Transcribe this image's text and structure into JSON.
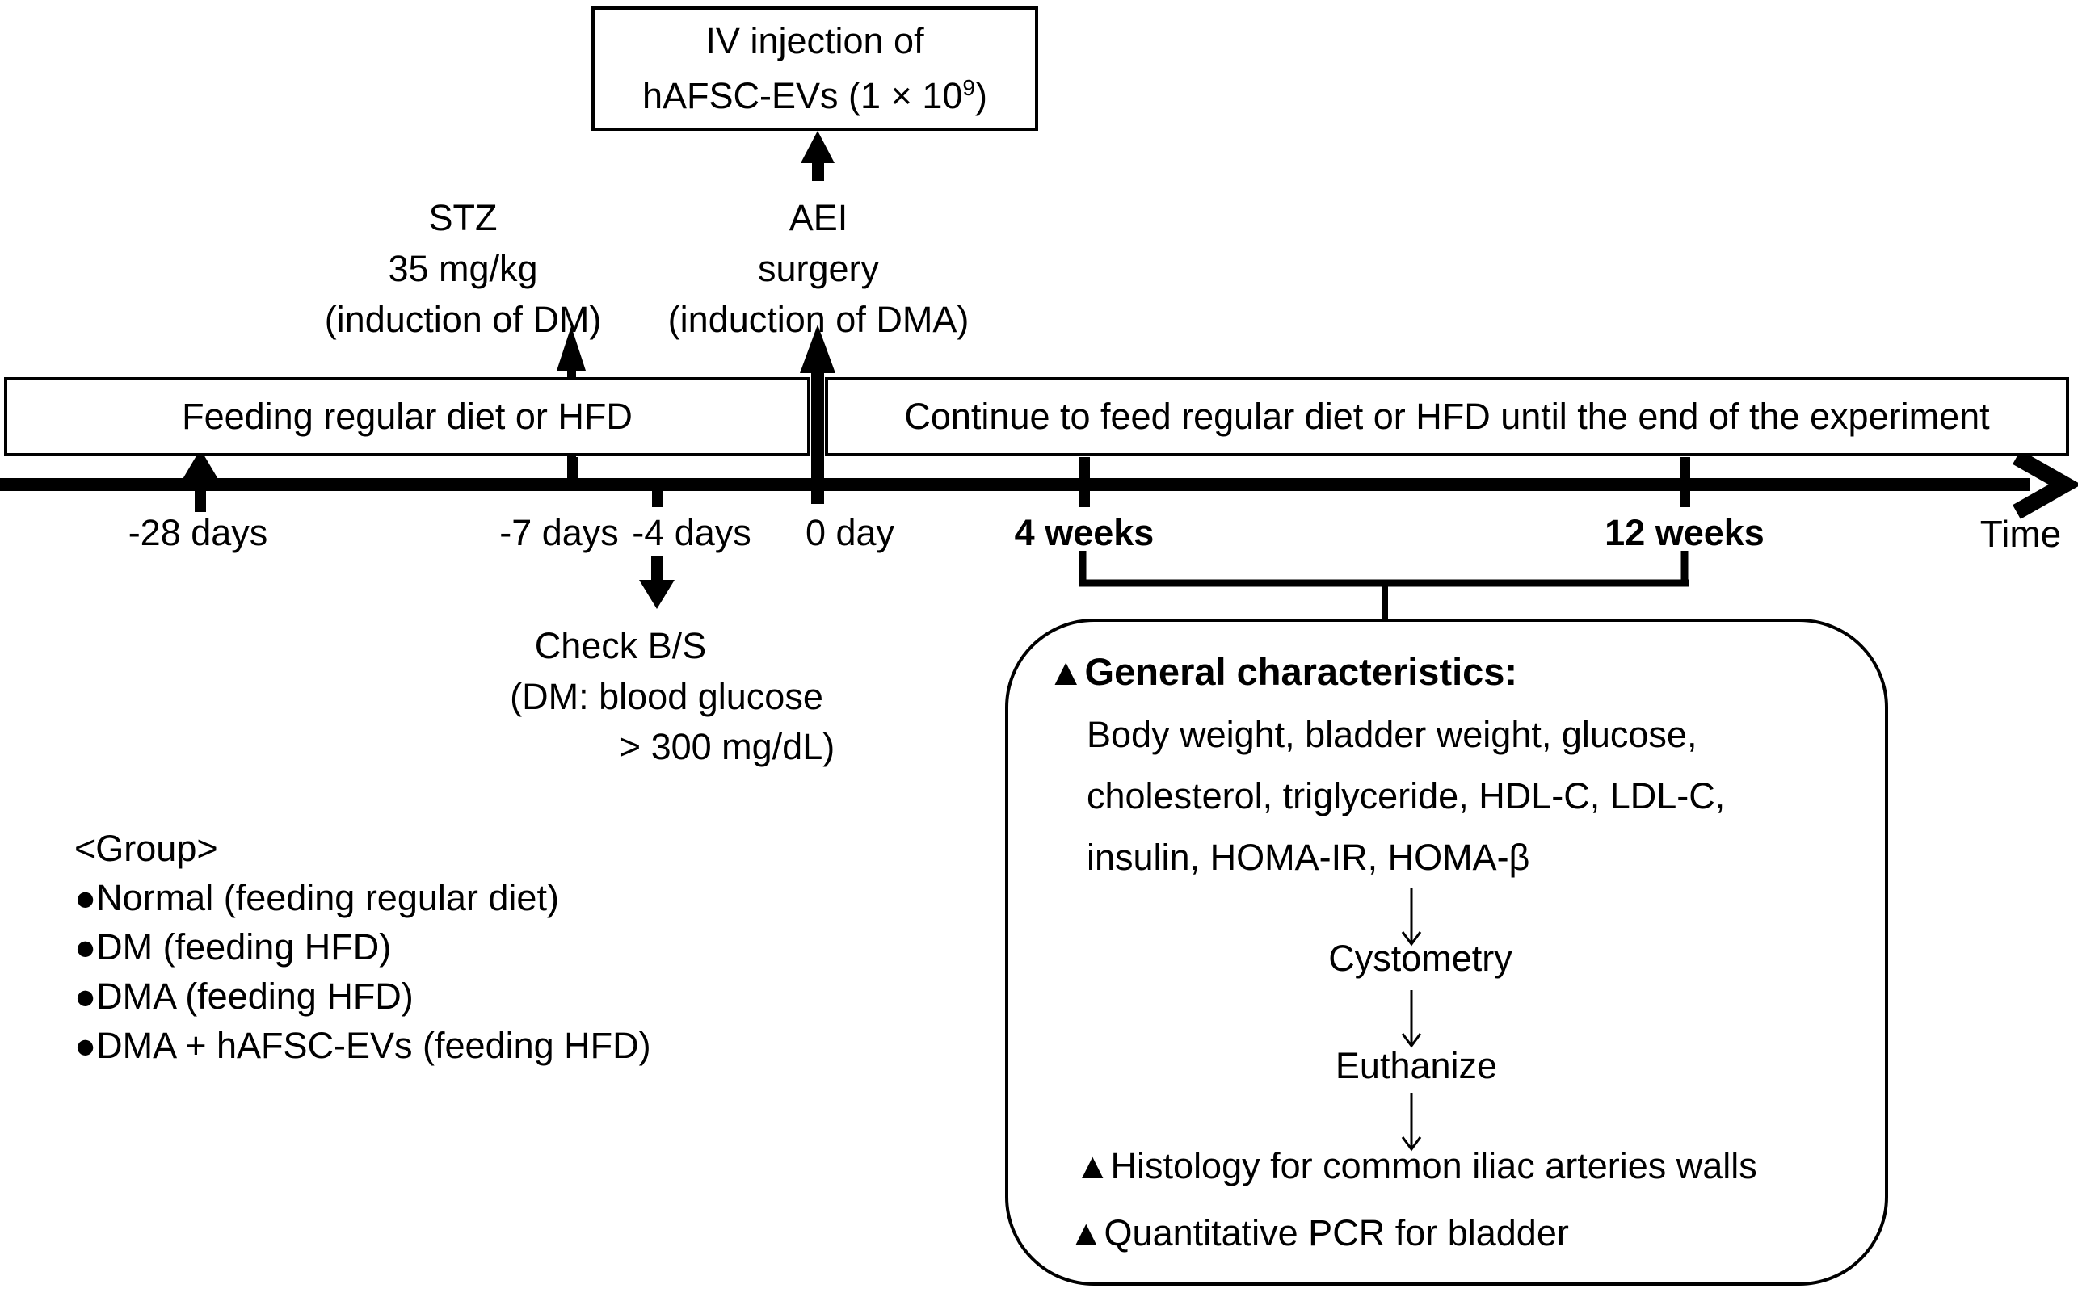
{
  "colors": {
    "ink": "#000000",
    "background": "#ffffff"
  },
  "iv_box": {
    "line1": "IV injection of",
    "line2_base": "hAFSC-EVs (1 × 10",
    "line2_sup": "9",
    "line2_end": ")"
  },
  "stz_label": {
    "line1": "STZ",
    "line2": "35 mg/kg",
    "line3": "(induction of DM)"
  },
  "aei_label": {
    "line1": "AEI",
    "line2": "surgery",
    "line3": "(induction of DMA)"
  },
  "timeline": {
    "feed_box": "Feeding regular diet or HFD",
    "continue_box": "Continue to feed regular diet or HFD until the end of the experiment",
    "tick_minus28": "-28 days",
    "tick_minus7": "-7 days",
    "tick_minus4": "-4 days",
    "tick_0": "0 day",
    "tick_4w": "4 weeks",
    "tick_12w": "12 weeks",
    "time_label": "Time"
  },
  "check_bs": {
    "line1": "Check B/S",
    "line2": "(DM: blood glucose",
    "line3": "> 300 mg/dL)"
  },
  "groups": {
    "title": "<Group>",
    "items": [
      "●Normal (feeding regular diet)",
      "●DM (feeding HFD)",
      "●DMA (feeding HFD)",
      "●DMA + hAFSC-EVs (feeding HFD)"
    ]
  },
  "outcome_box": {
    "title": "▲General characteristics:",
    "line1": "Body weight, bladder weight, glucose,",
    "line2": "cholesterol, triglyceride, HDL-C, LDL-C,",
    "line3": "insulin, HOMA-IR, HOMA-β",
    "step2": "Cystometry",
    "step3": "Euthanize",
    "result1": "▲Histology for common iliac arteries walls",
    "result2": "▲Quantitative PCR for bladder"
  }
}
